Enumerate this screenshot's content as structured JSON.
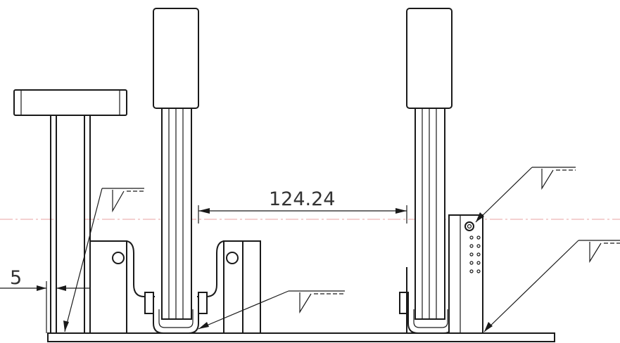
{
  "drawing": {
    "dimension_horizontal": "124.24",
    "dimension_offset": "5",
    "weld_symbol_count": 4,
    "colors": {
      "line": "#1a1a1a",
      "centerline": "#e8a0a0",
      "background": "#ffffff"
    }
  }
}
